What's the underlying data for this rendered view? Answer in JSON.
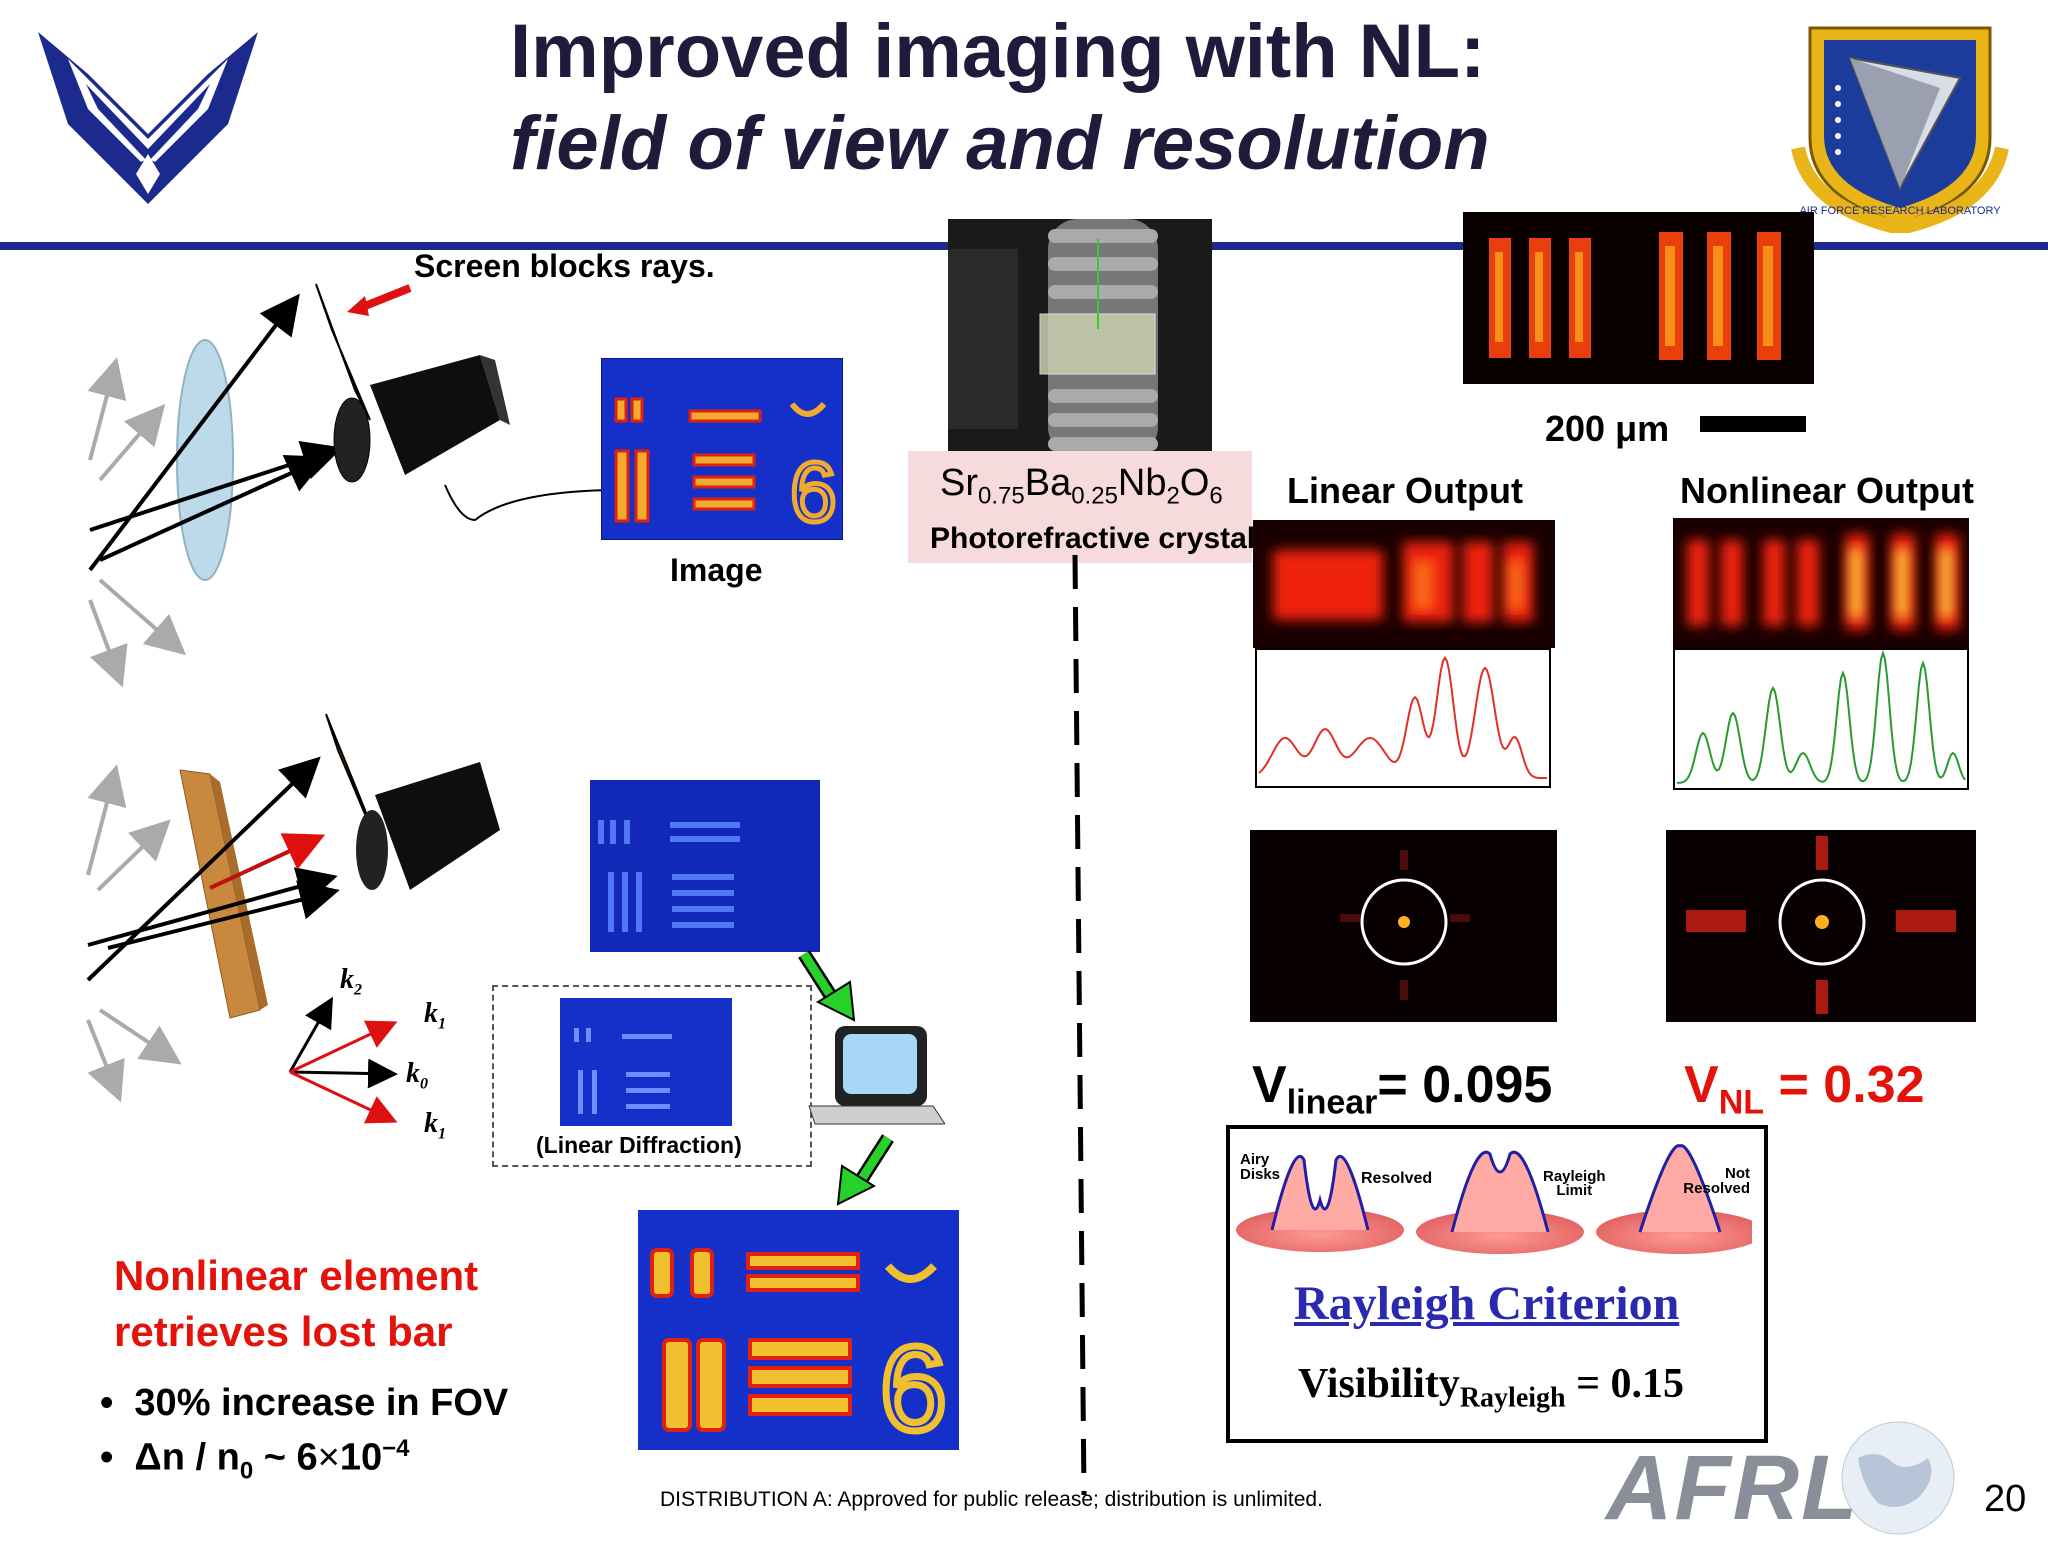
{
  "header": {
    "title_line1": "Improved imaging with NL:",
    "title_line2": "field of view and resolution",
    "left_logo": "air-force-wings-logo",
    "right_logo_text": "AIR FORCE RESEARCH LABORATORY"
  },
  "left_panel": {
    "screen_label": "Screen blocks rays.",
    "image_label": "Image",
    "k2": "k",
    "k2_sub": "2",
    "k1_top": "k",
    "k1_top_sub": "1",
    "k0": "k",
    "k0_sub": "0",
    "k1_bottom": "k",
    "k1_bottom_sub": "1",
    "linear_diffraction_label": "(Linear Diffraction)",
    "headline_line1": "Nonlinear element",
    "headline_line2": "retrieves lost bar",
    "bullet1": "30% increase in FOV",
    "bullet2_a": "Δn / n",
    "bullet2_sub": "0",
    "bullet2_b": " ~ 6",
    "bullet2_times": "×",
    "bullet2_c": "10",
    "bullet2_sup": "−4"
  },
  "crystal": {
    "f1": "Sr",
    "f1_sub": "0.75",
    "f2": "Ba",
    "f2_sub": "0.25",
    "f3": "Nb",
    "f3_sub": "2",
    "f4": "O",
    "f4_sub": "6",
    "caption": "Photorefractive crystal"
  },
  "right_panel": {
    "scale_label": "200 μm",
    "linear_output": "Linear Output",
    "nonlinear_output": "Nonlinear Output",
    "v_linear_V": "V",
    "v_linear_sub": "linear",
    "v_linear_val": "= 0.095",
    "v_nl_V": "V",
    "v_nl_sub": "NL",
    "v_nl_val": " =  0.32",
    "rayleigh": {
      "airy_disks": "Airy\nDisks",
      "resolved": "Resolved",
      "rayleigh_limit": "Rayleigh\nLimit",
      "not_resolved": "Not\nResolved",
      "title": "Rayleigh Criterion",
      "vis_a": "Visibility",
      "vis_sub": "Rayleigh",
      "vis_b": " = 0.15"
    },
    "colors": {
      "linear_curve": "#e0302a",
      "nl_curve": "#2a9a30",
      "red_text": "#e3120b",
      "link_blue": "#2a2ab0"
    }
  },
  "footer": {
    "distribution": "DISTRIBUTION A:  Approved for public release; distribution is unlimited.",
    "afrl": "AFRL",
    "page_number": "20"
  }
}
